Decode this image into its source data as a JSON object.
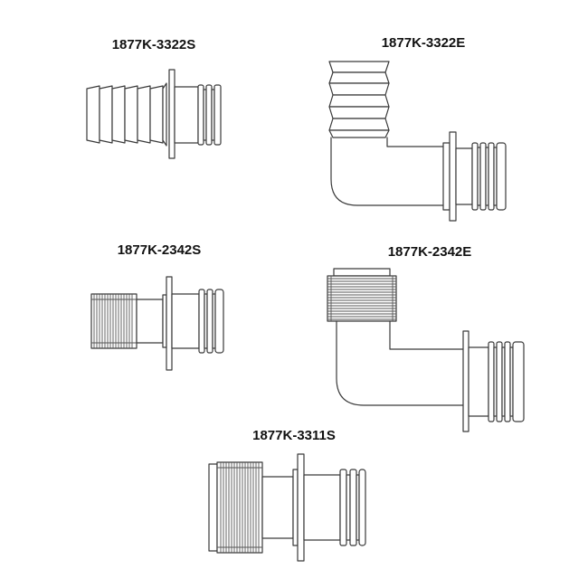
{
  "parts": [
    {
      "id": "p1",
      "label": "1877K-3322S"
    },
    {
      "id": "p2",
      "label": "1877K-3322E"
    },
    {
      "id": "p3",
      "label": "1877K-2342S"
    },
    {
      "id": "p4",
      "label": "1877K-2342E"
    },
    {
      "id": "p5",
      "label": "1877K-3311S"
    }
  ],
  "colors": {
    "line": "#3a3a3a",
    "text": "#111111",
    "background": "#ffffff"
  }
}
